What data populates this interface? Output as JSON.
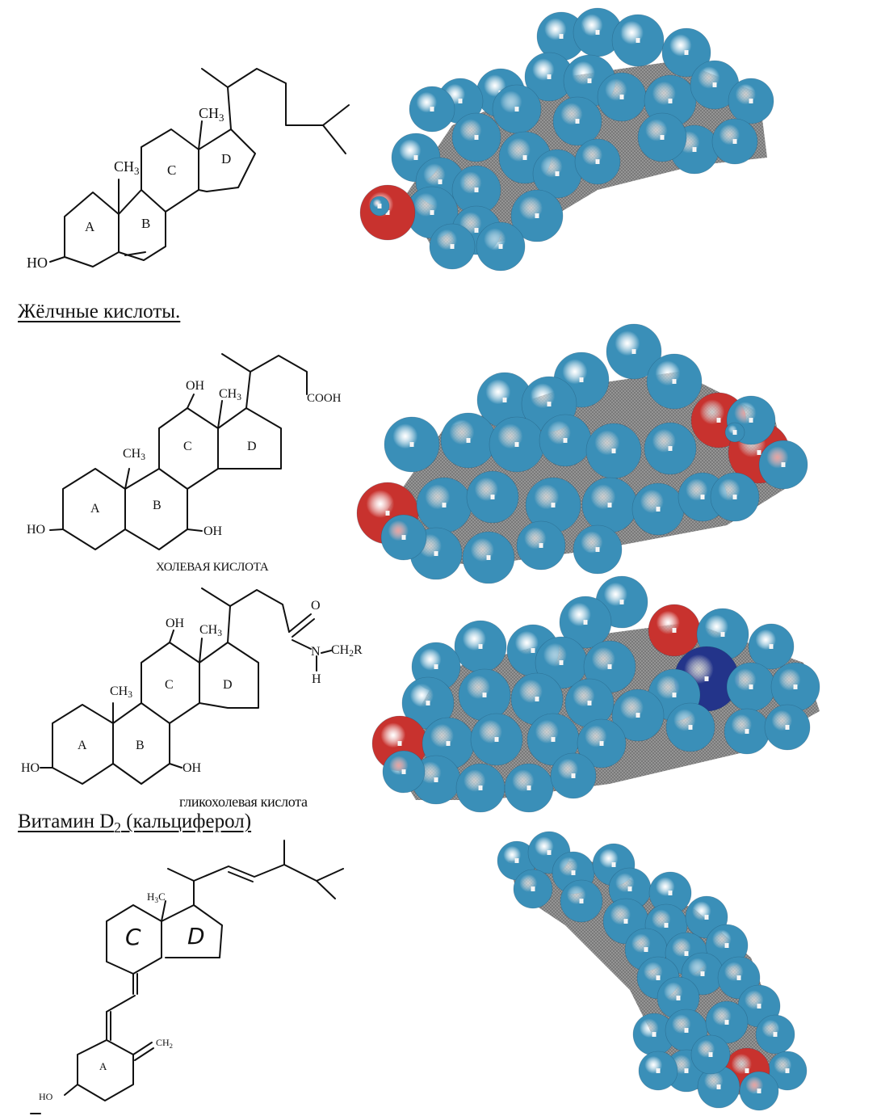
{
  "section_headings": {
    "bile_acids": "Жёлчные кислоты.",
    "vitamin_d2": "Витамин D",
    "vitamin_d2_sub": "2",
    "vitamin_d2_rest": " (кальциферол)"
  },
  "captions": {
    "cholic_acid": "ХОЛЕВАЯ КИСЛОТА",
    "glycocholic_acid": "гликохолевая кислота"
  },
  "ring_labels": {
    "a": "A",
    "b": "B",
    "c": "C",
    "d": "D"
  },
  "atom_labels": {
    "ho": "HO",
    "oh": "OH",
    "ch": "CH",
    "three": "3",
    "cooh": "COOH",
    "o": "O",
    "n": "N",
    "ch2r": "CH",
    "ch2r_sub": "2",
    "ch2r_r": "R",
    "h": "H",
    "h3c": "H",
    "h3c_sub": "3",
    "h3c_c": "C",
    "ch2_ch": "CH",
    "ch2_sub": "2",
    "handwritten_c": "C",
    "handwritten_d": "D"
  },
  "colors": {
    "hydrogen": "#3a8fb8",
    "oxygen": "#c8322e",
    "nitrogen": "#23348a",
    "carbon_core": "#9a9a9a"
  },
  "atom_marker": "H"
}
